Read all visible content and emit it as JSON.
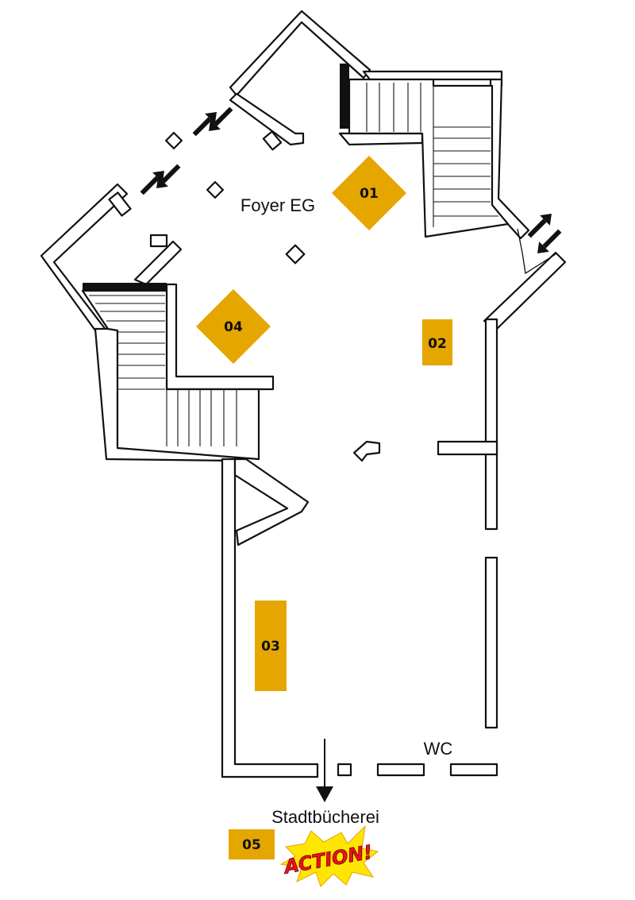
{
  "labels": {
    "foyer": "Foyer EG",
    "wc": "WC",
    "library": "Stadtbücherei"
  },
  "markers": [
    {
      "id": "01"
    },
    {
      "id": "02"
    },
    {
      "id": "03"
    },
    {
      "id": "04"
    },
    {
      "id": "05"
    }
  ],
  "action_badge": {
    "text": "ACTION!"
  },
  "colors": {
    "marker": "#e5a600",
    "wall_outline": "#111111",
    "background": "#ffffff",
    "action_text": "#e8141b",
    "action_burst": "#ffe600"
  }
}
